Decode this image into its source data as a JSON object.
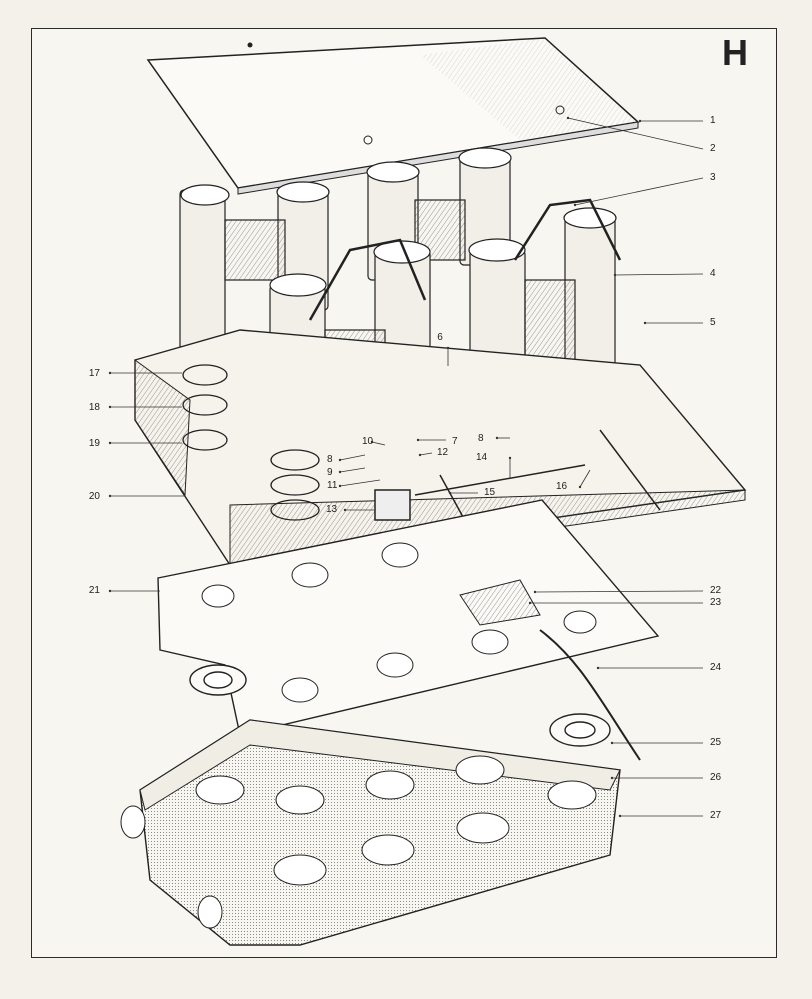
{
  "page": {
    "corner_letter": "H"
  },
  "callouts": [
    "1",
    "2",
    "3",
    "4",
    "5",
    "6",
    "7",
    "8",
    "8",
    "9",
    "10",
    "11",
    "12",
    "13",
    "14",
    "15",
    "16",
    "17",
    "18",
    "19",
    "20",
    "21",
    "22",
    "23",
    "24",
    "25",
    "26",
    "27"
  ],
  "colors": {
    "ink": "#2b2b2b",
    "paper": "#f8f6f0",
    "shade": "#d9d5cc"
  }
}
